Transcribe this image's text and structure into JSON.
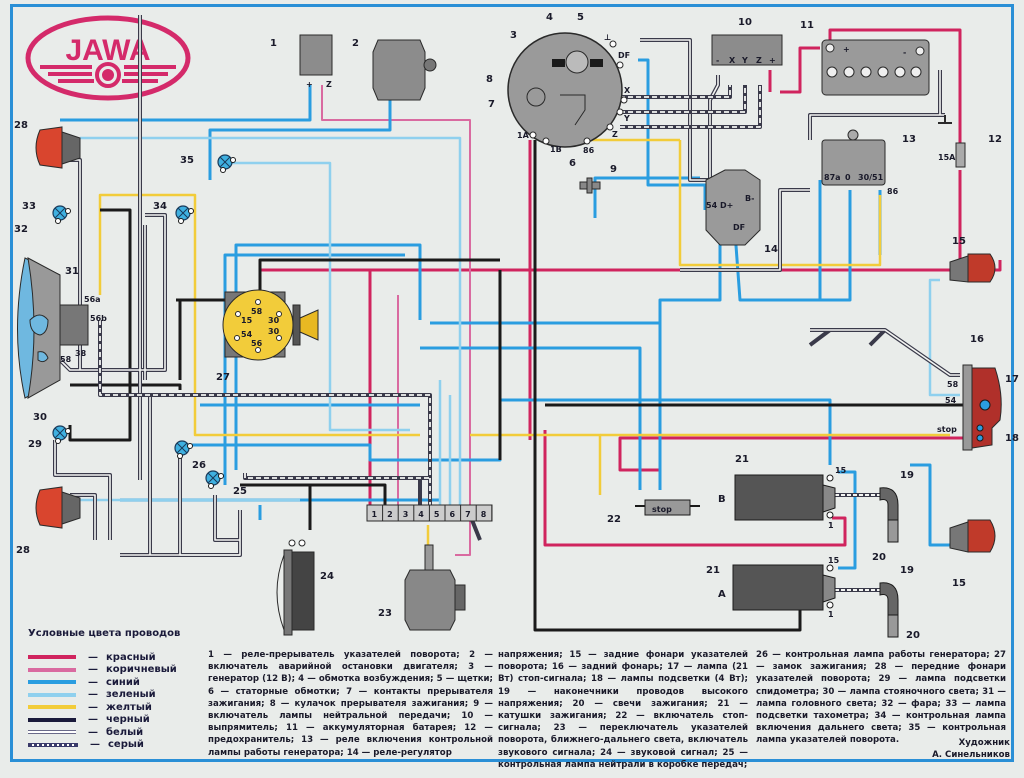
{
  "logo": {
    "text": "JAWA",
    "color": "#d42a6a"
  },
  "colors": {
    "red": "#d0245e",
    "brown": "#d96aa0",
    "blue": "#2a9de0",
    "green": "#8fd0ee",
    "yellow": "#f2cc3a",
    "black": "#1a1a1a",
    "white": "#ffffff",
    "grey": "#8a8a8a",
    "frame": "#2a8fd6",
    "component": "#8c8c8c",
    "lamp": "#d9452e"
  },
  "components": {
    "c1": {
      "num": "1",
      "terminals": [
        "+",
        "Z"
      ]
    },
    "c2": {
      "num": "2"
    },
    "c3": {
      "num": "3",
      "terminals": [
        "DF",
        "X",
        "Y",
        "Z",
        "1A",
        "1B",
        "86",
        "⊥"
      ]
    },
    "c4": {
      "num": "4"
    },
    "c5": {
      "num": "5"
    },
    "c6": {
      "num": "6"
    },
    "c7": {
      "num": "7"
    },
    "c8": {
      "num": "8"
    },
    "c9": {
      "num": "9"
    },
    "c10": {
      "num": "10",
      "terminals": [
        "-",
        "X",
        "Y",
        "Z",
        "+"
      ]
    },
    "c11": {
      "num": "11",
      "terminals": [
        "+",
        "-"
      ]
    },
    "c12": {
      "num": "12",
      "rating": "15A"
    },
    "c13": {
      "num": "13",
      "terminals": [
        "87a",
        "0",
        "30/51",
        "86"
      ]
    },
    "c14": {
      "num": "14",
      "terminals": [
        "54",
        "D+",
        "DF",
        "B-"
      ]
    },
    "c15": {
      "num": "15"
    },
    "c16": {
      "num": "16",
      "terminals": [
        "58",
        "54",
        "stop"
      ]
    },
    "c17": {
      "num": "17"
    },
    "c18": {
      "num": "18"
    },
    "c19": {
      "num": "19"
    },
    "c20": {
      "num": "20"
    },
    "c21": {
      "num": "21",
      "coils": [
        "B",
        "A"
      ],
      "terminals": [
        "15",
        "1"
      ]
    },
    "c22": {
      "num": "22",
      "text": "stop"
    },
    "c23": {
      "num": "23"
    },
    "c24": {
      "num": "24"
    },
    "c25": {
      "num": "25"
    },
    "c26": {
      "num": "26"
    },
    "c27": {
      "num": "27",
      "terminals": [
        "58",
        "15",
        "54",
        "56",
        "30",
        "30"
      ]
    },
    "c28": {
      "num": "28"
    },
    "c29": {
      "num": "29"
    },
    "c30": {
      "num": "30"
    },
    "c31": {
      "num": "31"
    },
    "c32": {
      "num": "32",
      "terminals": [
        "56a",
        "56b",
        "58",
        "38"
      ]
    },
    "c33": {
      "num": "33"
    },
    "c34": {
      "num": "34"
    },
    "c35": {
      "num": "35"
    },
    "connector_block": [
      "1",
      "2",
      "3",
      "4",
      "5",
      "6",
      "7",
      "8"
    ]
  },
  "legend": {
    "title": "Условные цвета проводов",
    "items": [
      {
        "label": "красный",
        "color": "#d0245e",
        "style": "solid"
      },
      {
        "label": "коричневый",
        "color": "#d96aa0",
        "style": "solid"
      },
      {
        "label": "синий",
        "color": "#2a9de0",
        "style": "solid"
      },
      {
        "label": "зеленый",
        "color": "#8fd0ee",
        "style": "solid"
      },
      {
        "label": "желтый",
        "color": "#f2cc3a",
        "style": "solid"
      },
      {
        "label": "черный",
        "color": "#1a1a3a",
        "style": "solid"
      },
      {
        "label": "белый",
        "color": "#6a6a8a",
        "style": "double"
      },
      {
        "label": "серый",
        "color": "#3a3a6a",
        "style": "dashed"
      }
    ]
  },
  "descriptions": {
    "col1": "1 — реле-прерыватель указателей поворота; 2 — включатель аварийной остановки двигателя; 3 — генератор (12 В); 4 — обмотка возбуждения; 5 — щетки; 6 — статорные обмотки; 7 — контакты прерывателя зажигания; 8 — кулачок прерывателя зажигания; 9 — включатель лампы нейтральной передачи; 10 — выпрямитель; 11 — аккумуляторная батарея; 12 — предохранитель; 13 — реле включения контрольной лампы работы генератора; 14 — реле-регулятор",
    "col2": "напряжения; 15 — задние фонари указателей поворота; 16 — задний фонарь; 17 — лампа (21 Вт) стоп-сигнала; 18 — лампы подсветки (4 Вт); 19 — наконечники проводов высокого напряжения; 20 — свечи зажигания; 21 — катушки зажигания; 22 — включатель стоп-сигнала; 23 — переключатель указателей поворота, ближнего-дальнего света, включатель звукового сигнала; 24 — звуковой сигнал; 25 — контрольная лампа нейтрали в коробке передач;",
    "col3": "26 — контрольная лампа работы генератора; 27 — замок зажигания; 28 — передние фонари указателей поворота; 29 — лампа подсветки спидометра; 30 — лампа стояночного света; 31 — лампа головного света; 32 — фара; 33 — лампа подсветки тахометра; 34 — контрольная лампа включения дальнего света; 35 — контрольная лампа указателей поворота."
  },
  "credits": {
    "role": "Художник",
    "name": "А. Синельников"
  }
}
